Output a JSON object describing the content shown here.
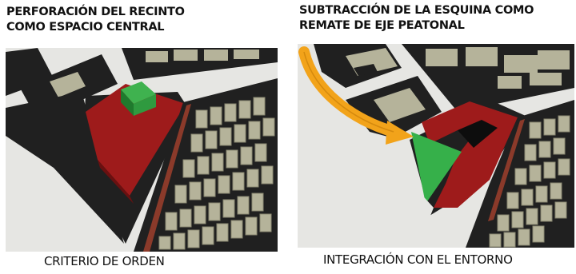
{
  "left_panel": {
    "title_line1": "PERFORACIÓN DEL RECINTO",
    "title_line2": "COMO ESPACIO CENTRAL",
    "footer": "CRITERIO DE ORDEN"
  },
  "right_panel": {
    "title_line1": "SUBTRACCIÓN DE LA ESQUINA COMO",
    "title_line2": "REMATE DE EJE PEATONAL",
    "footer": "INTEGRACIÓN CON EL ENTORNO"
  },
  "colors": {
    "block_fill": "#202020",
    "street": "#e6e6e3",
    "building": "#b5b39a",
    "building_dark": "#8a8872",
    "red_volume": "#9e1b1b",
    "green_volume": "#2f9a3f",
    "green_triangle": "#36b04a",
    "arrow": "#f2a31a"
  }
}
